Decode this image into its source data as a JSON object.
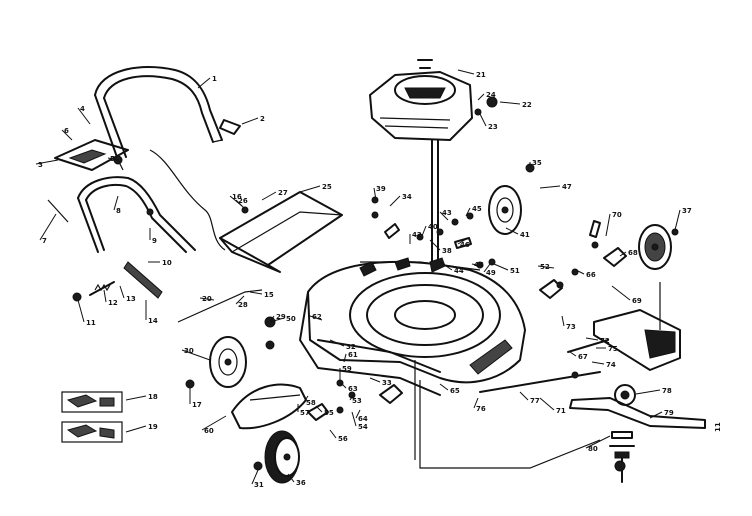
{
  "diagram": {
    "callouts": [
      "1",
      "2",
      "3",
      "4",
      "5",
      "6",
      "7",
      "8",
      "9",
      "10",
      "11",
      "12",
      "13",
      "14",
      "15",
      "16",
      "17",
      "18",
      "19",
      "20",
      "21",
      "22",
      "23",
      "24",
      "25",
      "26",
      "27",
      "28",
      "29",
      "30",
      "31",
      "32",
      "33",
      "34",
      "35",
      "36",
      "37",
      "38",
      "39",
      "40",
      "41",
      "42",
      "43",
      "44",
      "45",
      "46",
      "47",
      "48",
      "49",
      "50",
      "51",
      "52",
      "53",
      "54",
      "55",
      "56",
      "57",
      "58",
      "59",
      "60",
      "61",
      "62",
      "63",
      "64",
      "65",
      "66",
      "67",
      "68",
      "69",
      "70",
      "71",
      "72",
      "73",
      "74",
      "75",
      "76",
      "77",
      "78",
      "79",
      "80"
    ]
  }
}
